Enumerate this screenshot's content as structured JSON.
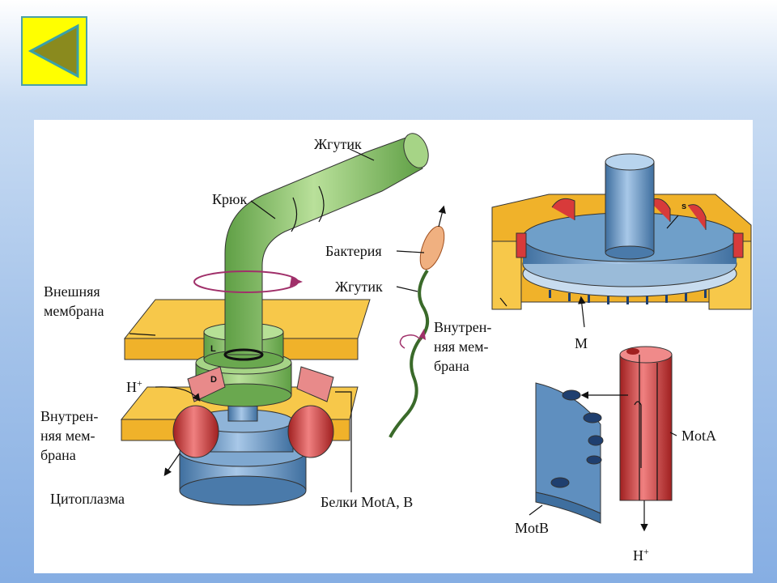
{
  "nav": {
    "back_button_color": "#ffff00",
    "back_arrow_color": "#8a8a1e"
  },
  "colors": {
    "flagellum": "#7fbf5f",
    "membrane": "#f0b22a",
    "motor_blue": "#5f8fbf",
    "mota_red": "#d83a3a",
    "rotation": "#a0306a"
  },
  "labels": {
    "flagellum_top": "Жгутик",
    "hook": "Крюк",
    "bacterium": "Бактерия",
    "flagellum_small": "Жгутик",
    "outer_membrane_1": "Внешняя",
    "outer_membrane_2": "мембрана",
    "ring_l": "L",
    "ring_d": "D",
    "proton_left": "H",
    "proton_sup": "+",
    "inner_membrane_left_1": "Внутрен-",
    "inner_membrane_left_2": "няя мем-",
    "inner_membrane_left_3": "брана",
    "cytoplasm": "Цитоплазма",
    "mot_proteins": "Белки MotA, B",
    "ring_s": "s",
    "inner_membrane_right_1": "Внутрен-",
    "inner_membrane_right_2": "няя мем-",
    "inner_membrane_right_3": "брана",
    "ring_m": "M",
    "mota": "MotA",
    "motb": "MotB",
    "proton_right": "H",
    "proton_right_sup": "+"
  }
}
